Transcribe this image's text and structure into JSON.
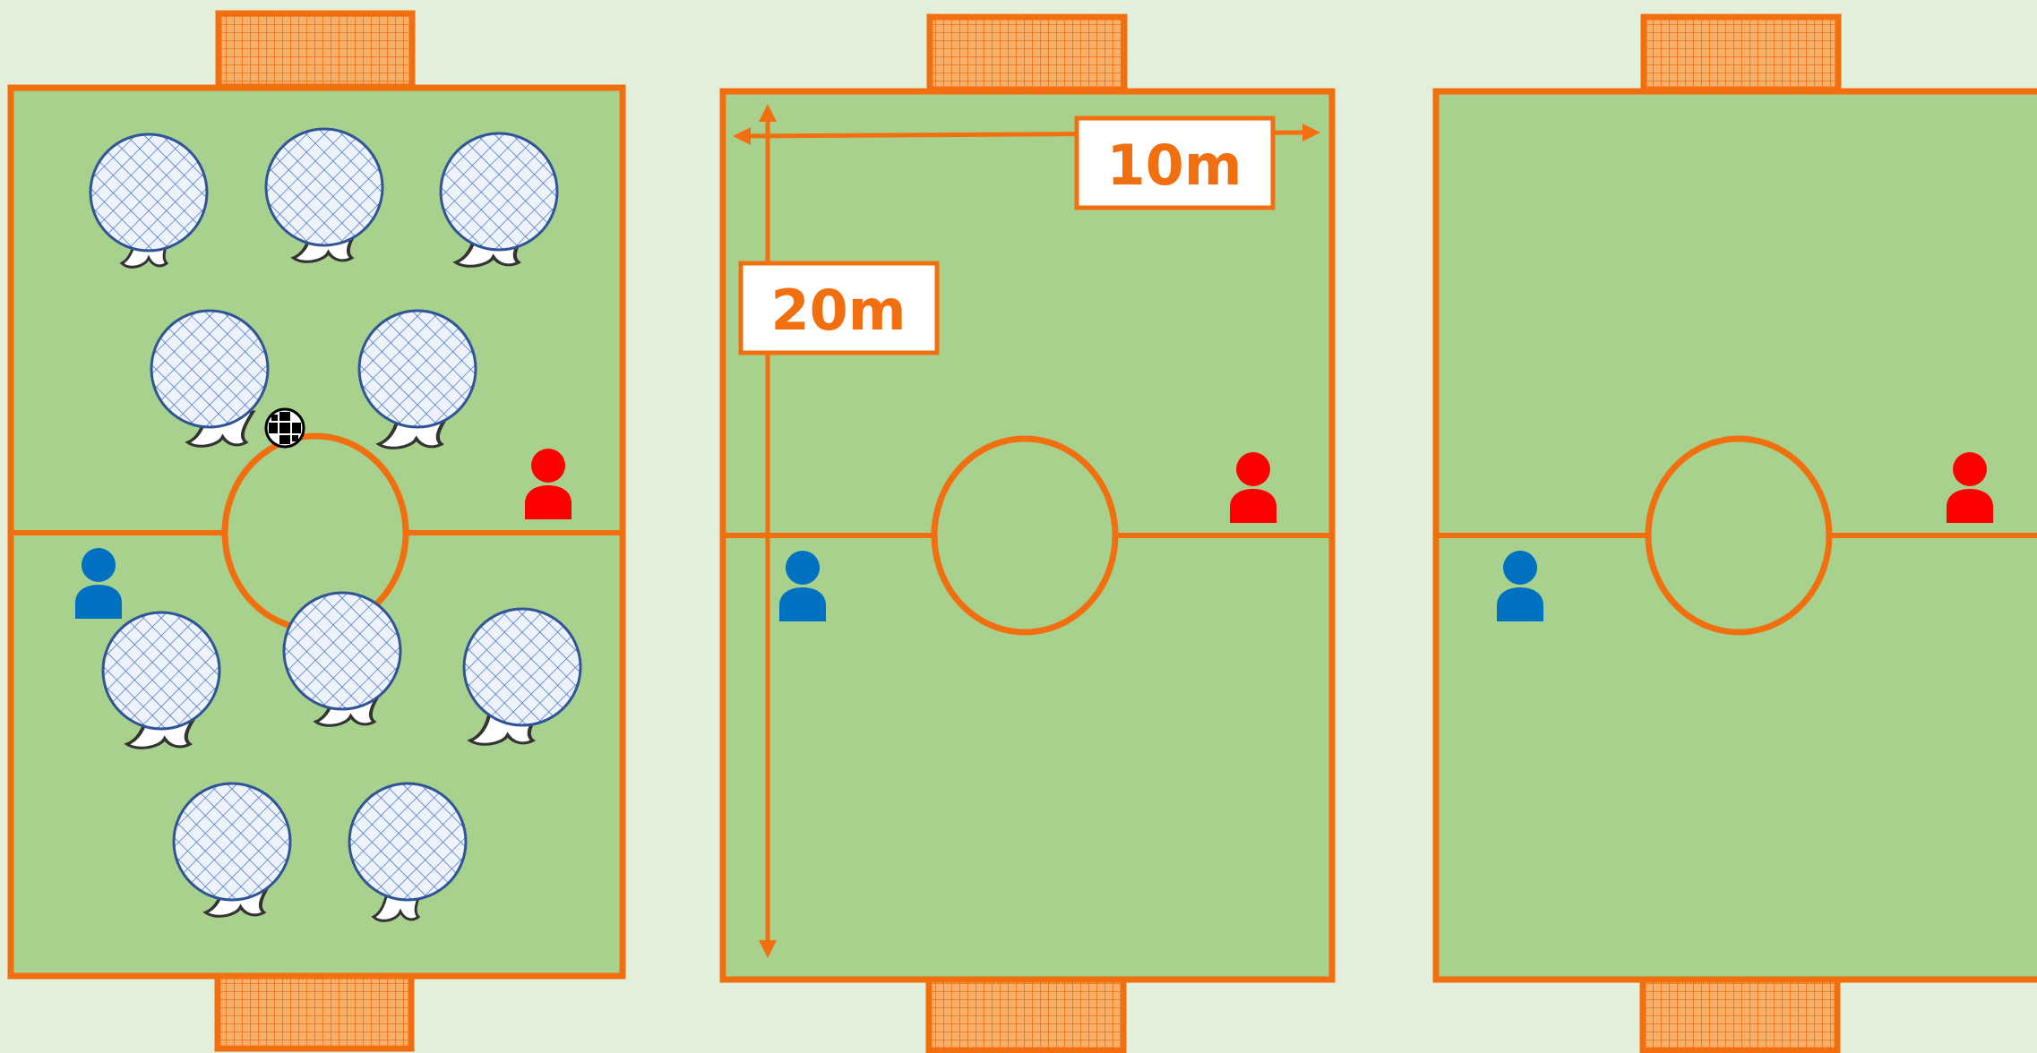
{
  "colors": {
    "background": "#e2efda",
    "field": "#a9d18e",
    "line": "#f26f10",
    "goal_fill": "#f5a55b",
    "player_blue": "#0070c0",
    "player_red": "#ff0000",
    "crowd_fill": "#dfe6f5",
    "crowd_stroke": "#2f5597",
    "label_box": "#ffffff"
  },
  "fields": [
    {
      "name": "field-1",
      "has_crowd": true,
      "has_ball": true,
      "has_dimensions": false
    },
    {
      "name": "field-2",
      "has_crowd": false,
      "has_ball": false,
      "has_dimensions": true
    },
    {
      "name": "field-3",
      "has_crowd": false,
      "has_ball": false,
      "has_dimensions": false
    }
  ],
  "dimensions": {
    "width_label": "10m",
    "length_label": "20m"
  },
  "icons": {
    "player": "person-icon",
    "ball": "soccer-ball-icon",
    "crowd": "crowd-figure-icon",
    "goal": "goal-net-icon"
  }
}
